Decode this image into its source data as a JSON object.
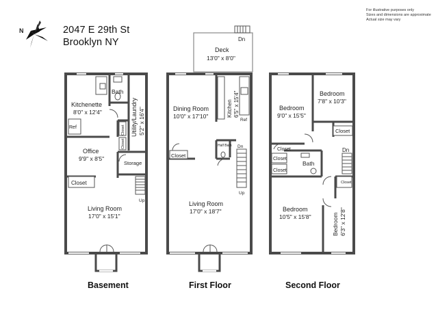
{
  "header": {
    "address_line1": "2047 E 29th St",
    "address_line2": "Brooklyn NY",
    "disclaimer": [
      "For illustrative purposes only",
      "Sizes and dimensions are approximate",
      "Actual size may vary"
    ],
    "compass_label": "N"
  },
  "floors": {
    "basement": {
      "label": "Basement",
      "rooms": {
        "kitchenette": {
          "name": "Kitchenette",
          "dims": "8'0\" x 12'4\""
        },
        "bath": {
          "name": "Bath"
        },
        "utility": {
          "name": "Utility/Laundry",
          "dims": "5'2\" x 16'4\""
        },
        "ref": {
          "name": "Ref"
        },
        "closet_a": {
          "name": "Closet"
        },
        "closet_b": {
          "name": "Closet"
        },
        "office": {
          "name": "Office",
          "dims": "9'9\" x 8'5\""
        },
        "storage": {
          "name": "Storage"
        },
        "closet_main": {
          "name": "Closet"
        },
        "stairs": {
          "name": "Up"
        },
        "living": {
          "name": "Living Room",
          "dims": "17'0\" x 15'1\""
        }
      }
    },
    "first": {
      "label": "First Floor",
      "rooms": {
        "deck": {
          "name": "Deck",
          "dims": "13'0\" x 8'0\""
        },
        "deck_stairs": {
          "name": "Dn"
        },
        "dining": {
          "name": "Dining Room",
          "dims": "10'0\" x 17'10\""
        },
        "kitchen": {
          "name": "Kitchen",
          "dims": "6'5\" x 15'4\""
        },
        "ref": {
          "name": "Ref"
        },
        "half_bath": {
          "name": "Half Bath"
        },
        "stairs_dn": {
          "name": "Dn"
        },
        "closet": {
          "name": "Closet"
        },
        "stairs_up": {
          "name": "Up"
        },
        "living": {
          "name": "Living Room",
          "dims": "17'0\" x 18'7\""
        }
      }
    },
    "second": {
      "label": "Second Floor",
      "rooms": {
        "bedroom_a": {
          "name": "Bedroom",
          "dims": "7'8\" x 10'3\""
        },
        "bedroom_b": {
          "name": "Bedroom",
          "dims": "9'0\" x 15'5\""
        },
        "closet_a": {
          "name": "Closet"
        },
        "closet_b": {
          "name": "Closet"
        },
        "closet_c": {
          "name": "Closet"
        },
        "closet_d": {
          "name": "Closet"
        },
        "closet_e": {
          "name": "Closet"
        },
        "bath": {
          "name": "Bath"
        },
        "stairs": {
          "name": "Dn"
        },
        "bedroom_c": {
          "name": "Bedroom",
          "dims": "10'5\" x 15'8\""
        },
        "bedroom_d": {
          "name": "Bedroom",
          "dims": "6'3\" x 12'8\""
        }
      }
    }
  }
}
